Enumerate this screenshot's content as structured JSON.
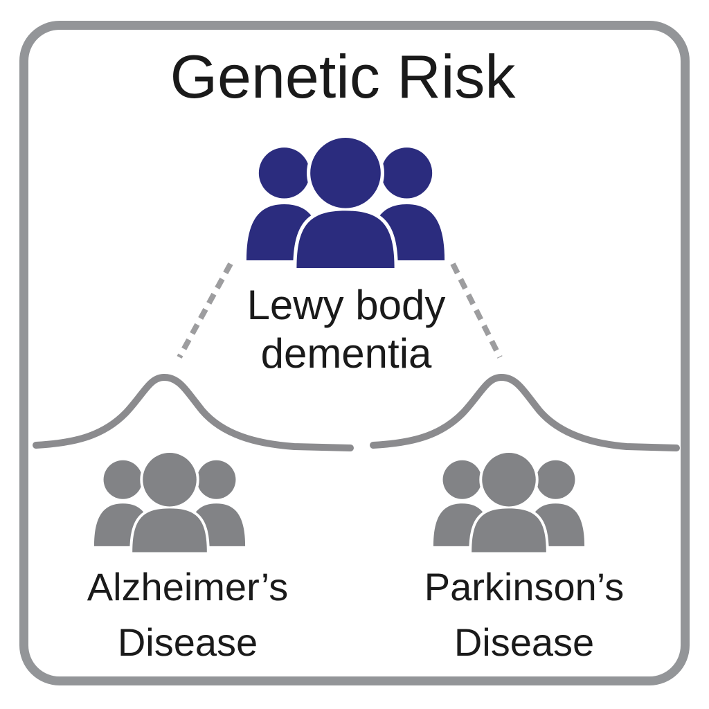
{
  "diagram": {
    "title": "Genetic Risk",
    "hub": {
      "icon": "people-group-icon",
      "label_line1": "Lewy body",
      "label_line2": "dementia"
    },
    "branches": [
      {
        "icon": "people-group-icon",
        "label_line1": "Alzheimer’s",
        "label_line2": "Disease"
      },
      {
        "icon": "people-group-icon",
        "label_line1": "Parkinson’s",
        "label_line2": "Disease"
      }
    ],
    "colors": {
      "hub_people": "#2b2c7e",
      "branch_people": "#828386",
      "curve": "#8b8b8e",
      "dashed_line": "#9d9d9f",
      "frame_border": "#939598",
      "text": "#1a1a1a",
      "background": "#ffffff"
    }
  }
}
